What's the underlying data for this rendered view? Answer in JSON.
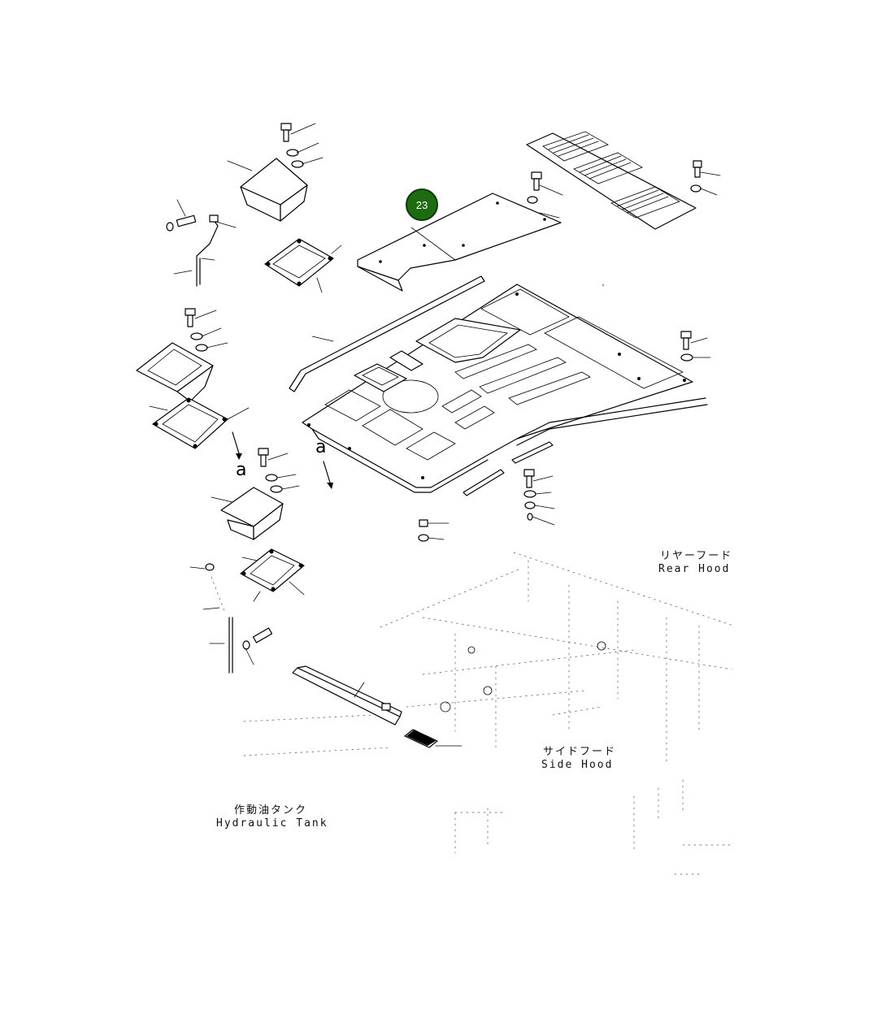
{
  "callout": {
    "number": "23",
    "color": "#1e6b12"
  },
  "labels": {
    "rear_hood_jp": "リヤーフード",
    "rear_hood_en": "Rear Hood",
    "side_hood_jp": "サイドフード",
    "side_hood_en": "Side Hood",
    "hydraulic_tank_jp": "作動油タンク",
    "hydraulic_tank_en": "Hydraulic Tank",
    "view_arrow_1": "a",
    "view_arrow_2": "a"
  }
}
